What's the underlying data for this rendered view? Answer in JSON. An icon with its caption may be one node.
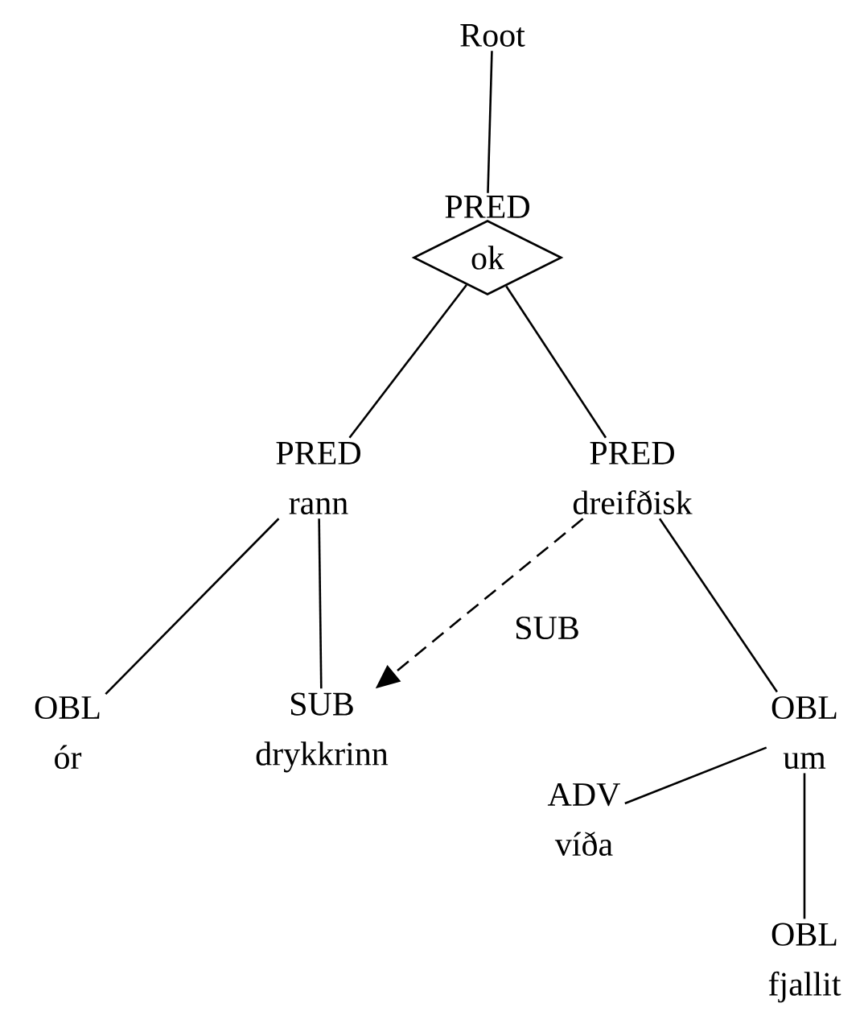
{
  "diagram": {
    "nodes": [
      {
        "text": [
          "Root"
        ]
      },
      {
        "text": [
          "PRED",
          "ok"
        ]
      },
      {
        "text": [
          "PRED",
          "rann"
        ]
      },
      {
        "text": [
          "PRED",
          "dreifðisk"
        ]
      },
      {
        "text": [
          "OBL",
          "ór"
        ]
      },
      {
        "text": [
          "SUB",
          "drykkrinn"
        ]
      },
      {
        "text": [
          "OBL",
          "um"
        ]
      },
      {
        "text": [
          "ADV",
          "víða"
        ]
      },
      {
        "text": [
          "OBL",
          "fjallit"
        ]
      }
    ],
    "edges": [
      {
        "from": 0,
        "to": 1,
        "arrow": "none"
      },
      {
        "from": 1,
        "to": 2,
        "arrow": "none"
      },
      {
        "from": 1,
        "to": 3,
        "arrow": "none"
      },
      {
        "from": 2,
        "to": 4,
        "arrow": "none"
      },
      {
        "from": 2,
        "to": 5,
        "arrow": "none"
      },
      {
        "from": 3,
        "to": 5,
        "arrow": "to",
        "style": "dashed",
        "label": "SUB"
      },
      {
        "from": 3,
        "to": 6,
        "arrow": "none"
      },
      {
        "from": 6,
        "to": 7,
        "arrow": "none"
      },
      {
        "from": 6,
        "to": 8,
        "arrow": "none"
      }
    ]
  }
}
